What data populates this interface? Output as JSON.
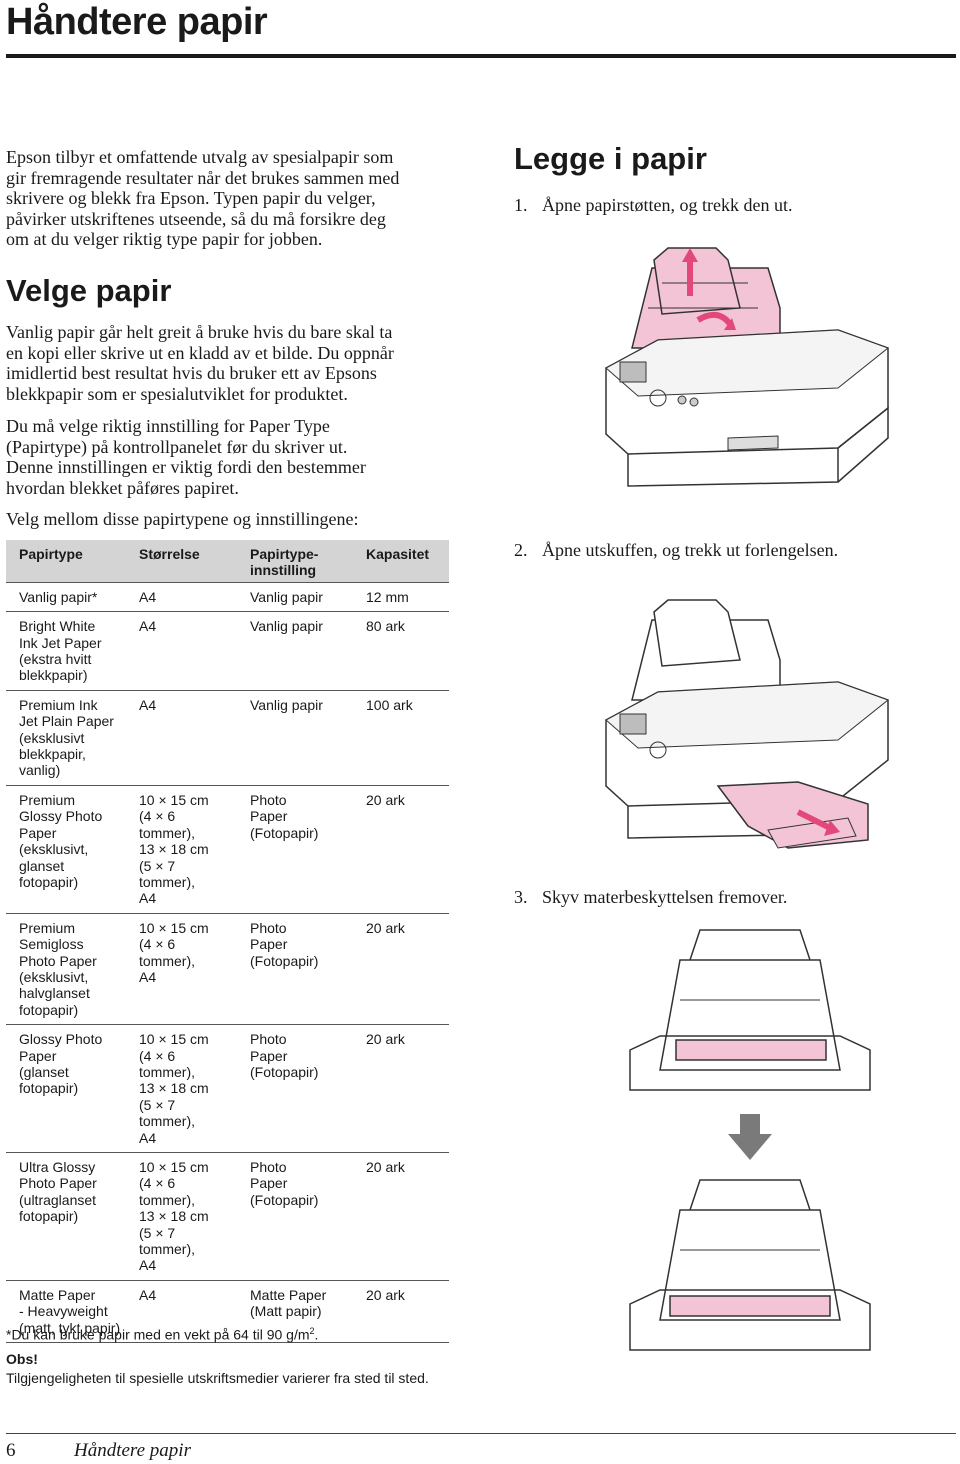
{
  "page": {
    "title": "Håndtere papir",
    "intro": [
      "Epson tilbyr et omfattende utvalg av spesialpapir som",
      "gir fremragende resultater når det brukes sammen med",
      "skrivere og blekk fra Epson. Typen papir du velger,",
      "påvirker utskriftenes utseende, så du må forsikre deg",
      "om at du velger riktig type papir for jobben."
    ]
  },
  "velge": {
    "heading": "Velge papir",
    "p1": [
      "Vanlig papir går helt greit å bruke hvis du bare skal ta",
      "en kopi eller skrive ut en kladd av et bilde. Du oppnår",
      "imidlertid best resultat hvis du bruker ett av Epsons",
      "blekkpapir som er spesialutviklet for produktet."
    ],
    "p2": [
      "Du må velge riktig innstilling for Paper Type",
      "(Papirtype) på kontrollpanelet før du skriver ut.",
      "Denne innstillingen er viktig fordi den bestemmer",
      "hvordan blekket påføres papiret."
    ],
    "p3": "Velg mellom disse papirtypene og innstillingene:"
  },
  "table": {
    "headers": [
      "Papirtype",
      "Størrelse",
      "Papirtype-\ninnstilling",
      "Kapasitet"
    ],
    "rows": [
      [
        "Vanlig papir*",
        "A4",
        "Vanlig papir",
        "12 mm"
      ],
      [
        "Bright White\nInk Jet Paper\n(ekstra hvitt\nblekkpapir)",
        "A4",
        "Vanlig papir",
        "80 ark"
      ],
      [
        "Premium Ink\nJet Plain Paper\n(eksklusivt\nblekkpapir,\nvanlig)",
        "A4",
        "Vanlig papir",
        "100 ark"
      ],
      [
        "Premium\nGlossy Photo\nPaper\n(eksklusivt,\nglanset\nfotopapir)",
        "10 × 15 cm\n(4 × 6\ntommer),\n13 × 18 cm\n(5 × 7\ntommer),\nA4",
        "Photo\nPaper\n(Fotopapir)",
        "20 ark"
      ],
      [
        "Premium\nSemigloss\nPhoto Paper\n(eksklusivt,\nhalvglanset\nfotopapir)",
        "10 × 15 cm\n(4 × 6\ntommer),\nA4",
        "Photo\nPaper\n(Fotopapir)",
        "20 ark"
      ],
      [
        "Glossy Photo\nPaper\n(glanset\nfotopapir)",
        "10 × 15 cm\n(4 × 6\ntommer),\n13 × 18 cm\n(5 × 7\ntommer),\nA4",
        "Photo\nPaper\n(Fotopapir)",
        "20 ark"
      ],
      [
        "Ultra Glossy\nPhoto Paper\n(ultraglanset\nfotopapir)",
        "10 × 15 cm\n(4 × 6\ntommer),\n13 × 18 cm\n(5 × 7\ntommer),\nA4",
        "Photo\nPaper\n(Fotopapir)",
        "20 ark"
      ],
      [
        "Matte Paper\n- Heavyweight\n(matt, tykt papir)",
        "A4",
        "Matte Paper\n(Matt papir)",
        "20 ark"
      ]
    ]
  },
  "notes": {
    "footnote": "*Du kan bruke papir med en vekt på 64 til 90 g/m",
    "footnote_sup": "2",
    "footnote_end": ".",
    "obs_label": "Obs!",
    "obs_text": "Tilgjengeligheten til spesielle utskriftsmedier varierer fra sted til sted."
  },
  "legge": {
    "heading": "Legge i papir",
    "steps": [
      {
        "num": "1.",
        "text": "Åpne papirstøtten, og trekk den ut."
      },
      {
        "num": "2.",
        "text": "Åpne utskuffen, og trekk ut forlengelsen."
      },
      {
        "num": "3.",
        "text": "Skyv materbeskyttelsen fremover."
      }
    ]
  },
  "footer": {
    "page_number": "6",
    "section": "Håndtere papir"
  },
  "colors": {
    "highlight_pink": "#f3c3d6",
    "arrow_pink": "#e2497a",
    "arrow_gray": "#7a7a7a",
    "table_header_bg": "#d4d4d4"
  }
}
